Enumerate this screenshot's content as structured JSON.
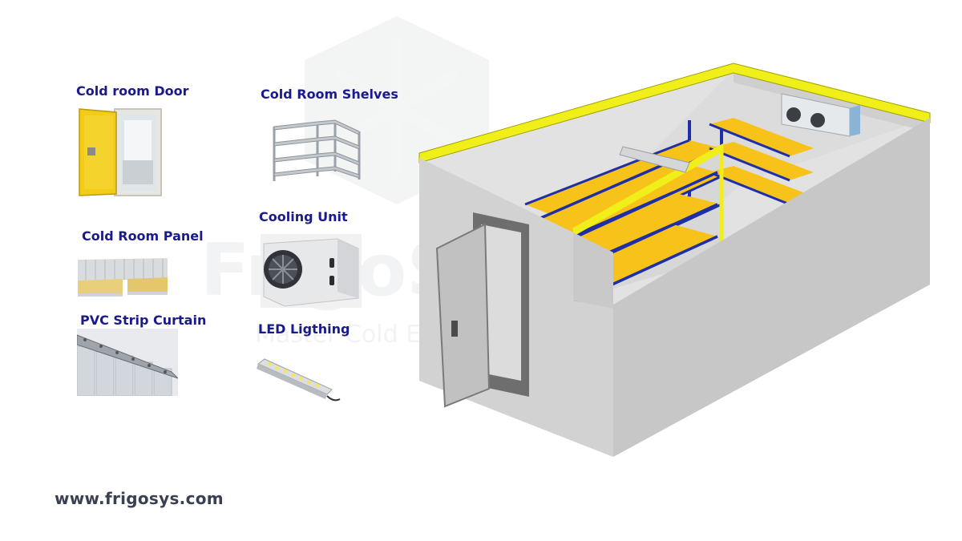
{
  "watermark": {
    "brand": "FrigoSys",
    "tagline": "Master Cold Engineering"
  },
  "components": [
    {
      "label": "Cold room Door",
      "icon": "cold-room-door-icon"
    },
    {
      "label": "Cold Room Shelves",
      "icon": "shelves-icon"
    },
    {
      "label": "Cold Room Panel",
      "icon": "sandwich-panel-icon"
    },
    {
      "label": "Cooling Unit",
      "icon": "cooling-unit-icon"
    },
    {
      "label": "PVC Strip Curtain",
      "icon": "strip-curtain-icon"
    },
    {
      "label": "LED Ligthing",
      "icon": "led-light-icon"
    }
  ],
  "footer": {
    "website": "www.frigosys.com"
  },
  "colors": {
    "label": "#1a1a8c",
    "door_yellow": "#f2cc17",
    "shelf_yellow": "#f7c21a",
    "shelf_blue": "#1f2fa8",
    "wall_grey": "#cfcfcf",
    "rim_yellow": "#f0ef1a"
  }
}
